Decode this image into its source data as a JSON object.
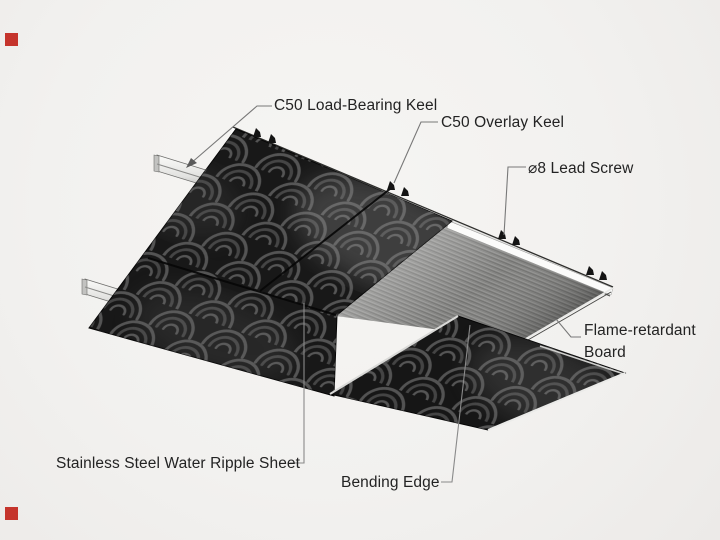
{
  "diagram": {
    "labels": {
      "load_bearing_keel": "C50 Load-Bearing Keel",
      "overlay_keel": "C50 Overlay Keel",
      "lead_screw": "⌀8 Lead Screw",
      "flame_retardant_line1": "Flame-retardant",
      "flame_retardant_line2": "Board",
      "water_ripple_sheet": "Stainless Steel Water Ripple Sheet",
      "bending_edge": "Bending Edge"
    },
    "colors": {
      "background": "#f2f1ef",
      "panel_dark": "#181818",
      "ripple_line": "#8f8f8f",
      "board_gray": "#7d7d7b",
      "keel_light": "#ededeb",
      "rail_white": "#f7f7f5",
      "clip_black": "#141414",
      "leader_line": "#787878",
      "label_text": "#232323",
      "marker_red": "#c5342c"
    }
  }
}
